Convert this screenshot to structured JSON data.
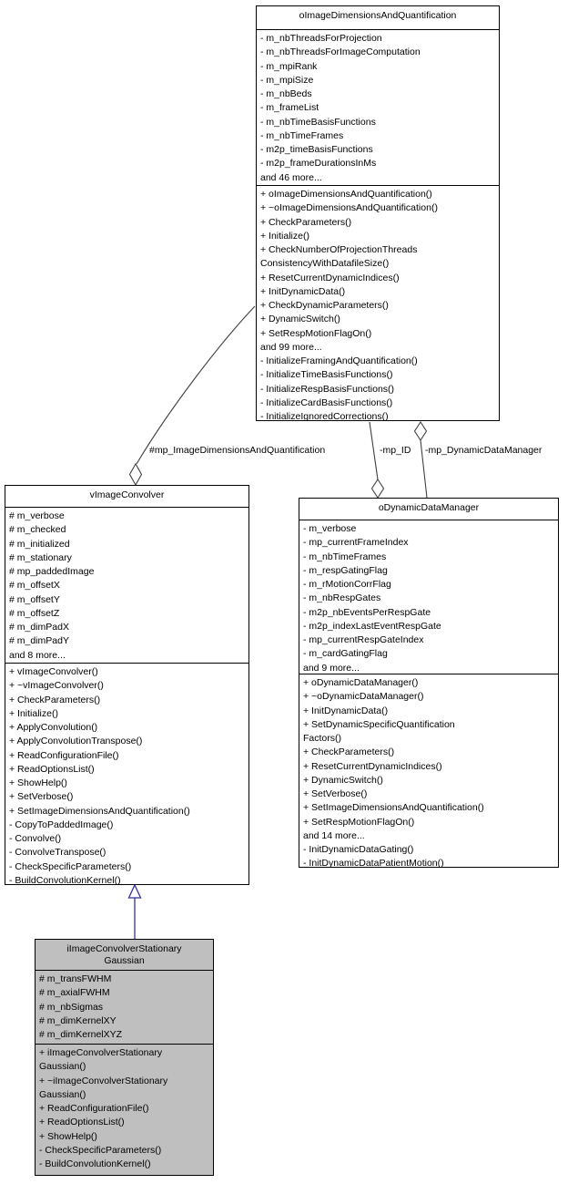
{
  "diagram": {
    "type": "uml-collaboration-diagram",
    "colors": {
      "box_border": "#000000",
      "box_fill": "#ffffff",
      "current_class_fill": "#bfbfbf",
      "aggregation_edge": "#404040",
      "inheritance_edge": "#333399",
      "text": "#000000"
    },
    "classes": {
      "oImageDimensionsAndQuantification": {
        "title": "oImageDimensionsAndQuantification",
        "attributes": [
          "- m_nbThreadsForProjection",
          "- m_nbThreadsForImageComputation",
          "- m_mpiRank",
          "- m_mpiSize",
          "- m_nbBeds",
          "- m_frameList",
          "- m_nbTimeBasisFunctions",
          "- m_nbTimeFrames",
          "- m2p_timeBasisFunctions",
          "- m2p_frameDurationsInMs",
          "and 46 more..."
        ],
        "methods": [
          "+ oImageDimensionsAndQuantification()",
          "+ ~oImageDimensionsAndQuantification()",
          "+ CheckParameters()",
          "+ Initialize()",
          "+ CheckNumberOfProjectionThreads",
          "ConsistencyWithDatafileSize()",
          "+ ResetCurrentDynamicIndices()",
          "+ InitDynamicData()",
          "+ CheckDynamicParameters()",
          "+ DynamicSwitch()",
          "+ SetRespMotionFlagOn()",
          "and 99 more...",
          "- InitializeFramingAndQuantification()",
          "- InitializeTimeBasisFunctions()",
          "- InitializeRespBasisFunctions()",
          "- InitializeCardBasisFunctions()",
          "- InitializeIgnoredCorrections()"
        ]
      },
      "vImageConvolver": {
        "title": "vImageConvolver",
        "attributes": [
          "# m_verbose",
          "# m_checked",
          "# m_initialized",
          "# m_stationary",
          "# mp_paddedImage",
          "# m_offsetX",
          "# m_offsetY",
          "# m_offsetZ",
          "# m_dimPadX",
          "# m_dimPadY",
          "and 8 more..."
        ],
        "methods": [
          "+ vImageConvolver()",
          "+ ~vImageConvolver()",
          "+ CheckParameters()",
          "+ Initialize()",
          "+ ApplyConvolution()",
          "+ ApplyConvolutionTranspose()",
          "+ ReadConfigurationFile()",
          "+ ReadOptionsList()",
          "+ ShowHelp()",
          "+ SetVerbose()",
          "+ SetImageDimensionsAndQuantification()",
          "- CopyToPaddedImage()",
          "- Convolve()",
          "- ConvolveTranspose()",
          "- CheckSpecificParameters()",
          "- BuildConvolutionKernel()"
        ]
      },
      "oDynamicDataManager": {
        "title": "oDynamicDataManager",
        "attributes": [
          "- m_verbose",
          "- mp_currentFrameIndex",
          "- m_nbTimeFrames",
          "- m_respGatingFlag",
          "- m_rMotionCorrFlag",
          "- m_nbRespGates",
          "- m2p_nbEventsPerRespGate",
          "- m2p_indexLastEventRespGate",
          "- mp_currentRespGateIndex",
          "- m_cardGatingFlag",
          "and 9 more..."
        ],
        "methods": [
          "+ oDynamicDataManager()",
          "+ ~oDynamicDataManager()",
          "+ InitDynamicData()",
          "+ SetDynamicSpecificQuantification",
          "Factors()",
          "+ CheckParameters()",
          "+ ResetCurrentDynamicIndices()",
          "+ DynamicSwitch()",
          "+ SetVerbose()",
          "+ SetImageDimensionsAndQuantification()",
          "+ SetRespMotionFlagOn()",
          "and 14 more...",
          "- InitDynamicDataGating()",
          "- InitDynamicDataPatientMotion()"
        ]
      },
      "iImageConvolverStationaryGaussian": {
        "title": "iImageConvolverStationary\nGaussian",
        "attributes": [
          "# m_transFWHM",
          "# m_axialFWHM",
          "# m_nbSigmas",
          "# m_dimKernelXY",
          "# m_dimKernelXYZ"
        ],
        "methods": [
          "+ iImageConvolverStationary",
          "Gaussian()",
          "+ ~iImageConvolverStationary",
          "Gaussian()",
          "+ ReadConfigurationFile()",
          "+ ReadOptionsList()",
          "+ ShowHelp()",
          "- CheckSpecificParameters()",
          "- BuildConvolutionKernel()"
        ]
      }
    },
    "edges": {
      "vImageConvolver_aggregation": {
        "label": "#mp_ImageDimensionsAndQuantification",
        "kind": "open-diamond"
      },
      "mp_ID_aggregation": {
        "label": "-mp_ID",
        "kind": "open-diamond"
      },
      "mp_DynamicDataManager_aggregation": {
        "label": "-mp_DynamicDataManager",
        "kind": "open-diamond"
      },
      "inheritance": {
        "label": "",
        "kind": "open-triangle",
        "from": "iImageConvolverStationaryGaussian",
        "to": "vImageConvolver"
      }
    }
  }
}
